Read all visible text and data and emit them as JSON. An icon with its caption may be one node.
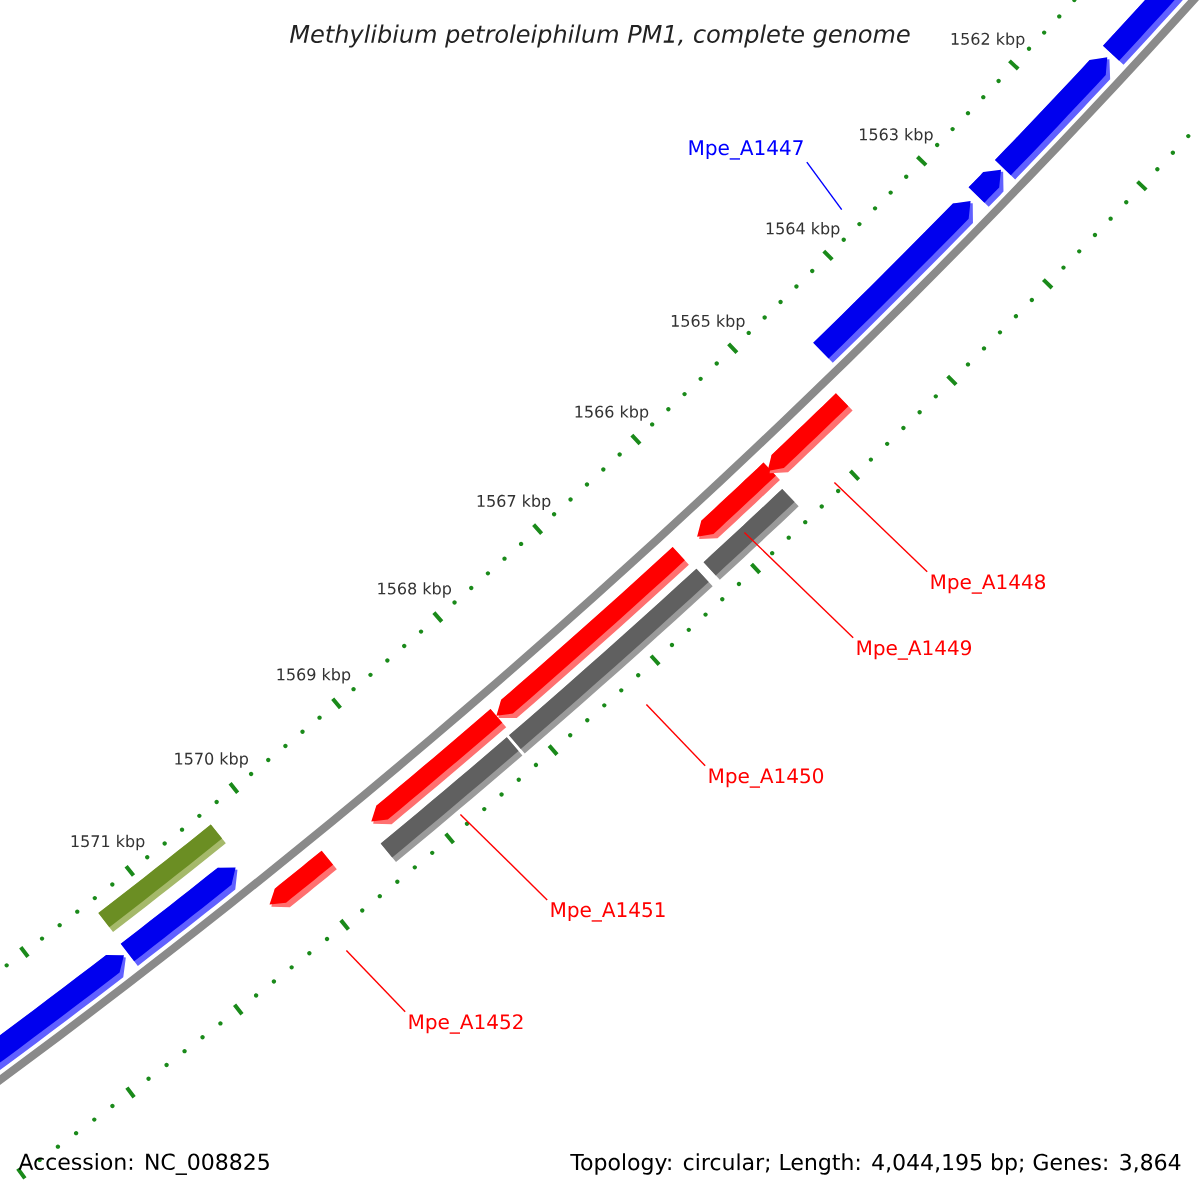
{
  "diagram": {
    "title": "Methylibium petroleiphilum PM1, complete genome",
    "nodes": [
      {
        "text": [
          "Mpe_A1447"
        ]
      },
      {
        "text": [
          "Mpe_A1448"
        ]
      },
      {
        "text": [
          "Mpe_A1449"
        ]
      },
      {
        "text": [
          "Mpe_A1450"
        ]
      },
      {
        "text": [
          "Mpe_A1451"
        ]
      },
      {
        "text": [
          "Mpe_A1452"
        ]
      },
      {
        "text": [],
        "shape": "bar"
      },
      {
        "text": [],
        "shape": "bar"
      },
      {
        "text": [],
        "shape": "bar"
      },
      {
        "text": [],
        "shape": "bar"
      },
      {
        "text": [],
        "shape": "bar"
      },
      {
        "text": [],
        "shape": "bar"
      },
      {
        "text": [],
        "shape": "bar"
      },
      {
        "text": [],
        "shape": "bar"
      },
      {
        "text": [],
        "shape": "bar"
      },
      {
        "text": [],
        "shape": "bar"
      },
      {
        "text": [],
        "shape": "bar"
      },
      {
        "text": [],
        "shape": "bar"
      },
      {
        "text": [],
        "shape": "bar"
      },
      {
        "text": [],
        "shape": "bar"
      },
      {
        "text": [],
        "shape": "bar"
      }
    ],
    "edges": [
      {
        "from": 0,
        "to": 17,
        "arrow": "none",
        "color": "#0000ff"
      },
      {
        "from": 1,
        "to": 16,
        "arrow": "none"
      },
      {
        "from": 2,
        "to": 14,
        "arrow": "none"
      },
      {
        "from": 3,
        "to": 12,
        "arrow": "none"
      },
      {
        "from": 4,
        "to": 10,
        "arrow": "none"
      },
      {
        "from": 5,
        "to": 9,
        "arrow": "none"
      }
    ],
    "labels": [
      "1562 kbp",
      "1563 kbp",
      "1564 kbp",
      "1565 kbp",
      "1566 kbp",
      "1567 kbp",
      "1568 kbp",
      "1569 kbp",
      "1570 kbp",
      "1571 kbp",
      "Accession: NC_008825",
      "Topology: circular; Length: 4,044,195 bp; Genes: 3,864"
    ]
  }
}
